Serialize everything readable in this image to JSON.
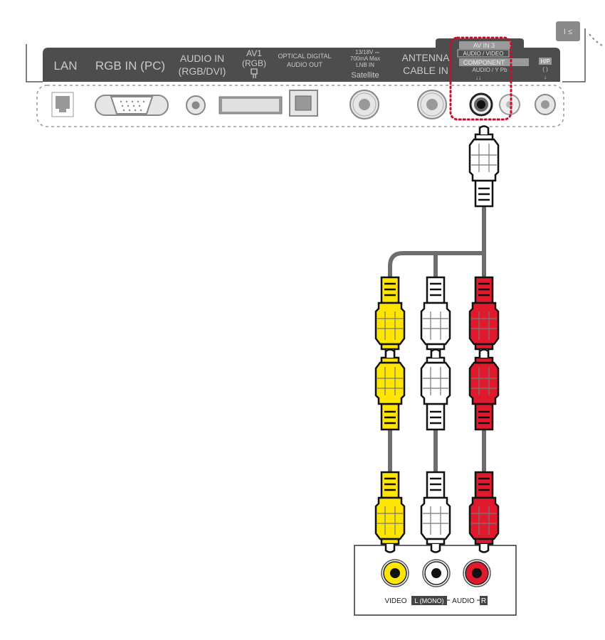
{
  "panel": {
    "labels": {
      "lan": "LAN",
      "rgb_in": "RGB IN (PC)",
      "audio_in_1": "AUDIO IN",
      "audio_in_2": "(RGB/DVI)",
      "av1_1": "AV1",
      "av1_2": "(RGB)",
      "optical_1": "OPTICAL DIGITAL",
      "optical_2": "AUDIO OUT",
      "sat_1": "13/18V ⎓",
      "sat_2": "700mA Max",
      "sat_3": "LNB IN",
      "sat_4": "Satellite",
      "antenna_1": "ANTENNA",
      "antenna_2": "CABLE IN",
      "av_in3": "AV IN 3",
      "audio_video": "AUDIO / VIDEO",
      "component": "COMPONENT",
      "component_sub": "AUDIO / Y  Pb",
      "hp_1": "H/P",
      "hp_2": "(  )"
    }
  },
  "device": {
    "video": "VIDEO",
    "l_mono": "L (MONO)",
    "audio": "AUDIO",
    "r": "R"
  },
  "colors": {
    "panel_dark": "#4d4d4d",
    "highlight": "#c8102e",
    "yellow": "#ffe600",
    "white": "#ffffff",
    "red": "#e01a2c",
    "cable": "#6e6e6e"
  }
}
